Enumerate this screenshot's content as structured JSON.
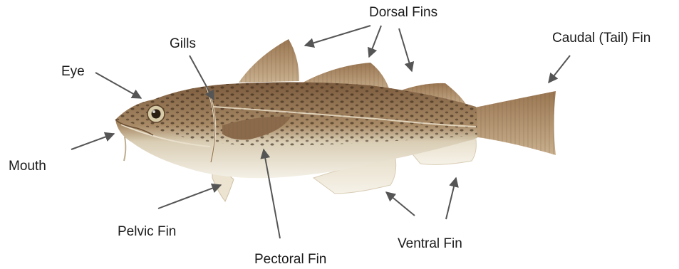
{
  "labels": {
    "dorsal_fins": "Dorsal Fins",
    "caudal_fin": "Caudal (Tail) Fin",
    "gills": "Gills",
    "eye": "Eye",
    "mouth": "Mouth",
    "pelvic_fin": "Pelvic Fin",
    "pectoral_fin": "Pectoral Fin",
    "ventral_fin": "Ventral Fin"
  },
  "colors": {
    "arrow": "#555555",
    "body_top": "#8a6a48",
    "body_belly": "#f1ece0",
    "spots": "#3b2a1c",
    "fin": "#a88660"
  },
  "image": {
    "subject": "cod-fish-illustration"
  }
}
